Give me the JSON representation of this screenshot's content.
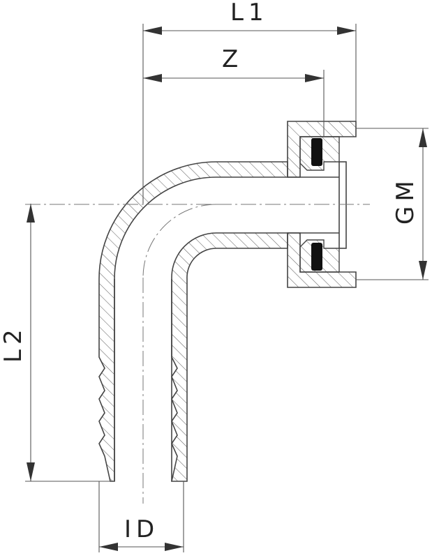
{
  "dimensions": {
    "l1": "L1",
    "z": "Z",
    "gm": "GM",
    "l2": "L2",
    "id": "ID"
  },
  "colors": {
    "line": "#444444",
    "hatch": "#666666",
    "seal": "#111111",
    "background": "#ffffff"
  }
}
